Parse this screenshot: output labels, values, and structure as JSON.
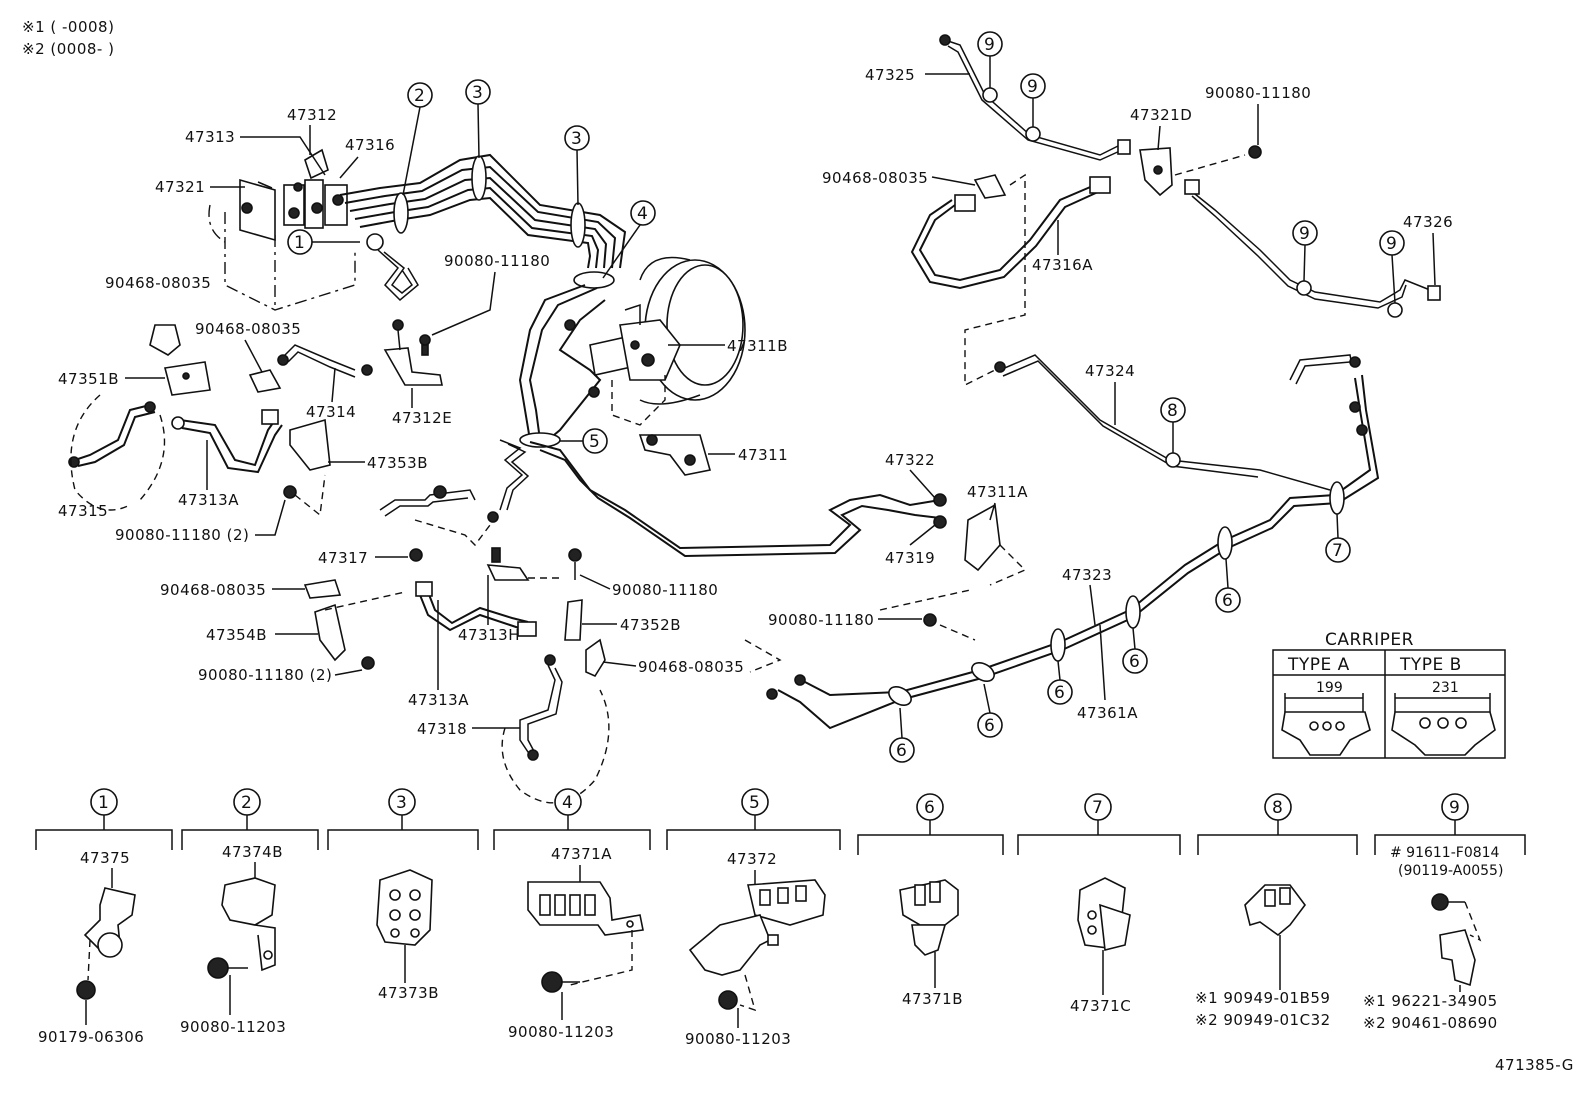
{
  "notes": {
    "n1": "※1 (     -0008)",
    "n2": "※2 (0008-     )"
  },
  "drawing_code": "471385-G",
  "caliper": {
    "title": "CARRIPER",
    "type_a": "TYPE A",
    "type_b": "TYPE B",
    "dim_a": "199",
    "dim_b": "231"
  },
  "callouts": {
    "c1": "1",
    "c2": "2",
    "c3": "3",
    "c4": "4",
    "c5": "5",
    "c6": "6",
    "c7": "7",
    "c8": "8",
    "c9": "9"
  },
  "labels": {
    "p47313": "47313",
    "p47312": "47312",
    "p47316": "47316",
    "p47321": "47321",
    "p90468_a": "90468-08035",
    "p90468_b": "90468-08035",
    "p90080_a": "90080-11180",
    "p47351B": "47351B",
    "p47314": "47314",
    "p47312E": "47312E",
    "p47353B": "47353B",
    "p47315": "47315",
    "p47313A_a": "47313A",
    "p90080_2a": "90080-11180 (2)",
    "p47317": "47317",
    "p90468_c": "90468-08035",
    "p47354B": "47354B",
    "p90080_2b": "90080-11180 (2)",
    "p47313A_b": "47313A",
    "p47313H": "47313H",
    "p47318": "47318",
    "p90080_b": "90080-11180",
    "p47352B": "47352B",
    "p90468_d": "90468-08035",
    "p47311B": "47311B",
    "p47311": "47311",
    "p47322": "47322",
    "p47319": "47319",
    "p47311A": "47311A",
    "p90080_c": "90080-11180",
    "p47323": "47323",
    "p47361A": "47361A",
    "p47325": "47325",
    "p90468_e": "90468-08035",
    "p47321D": "47321D",
    "p90080_d": "90080-11180",
    "p47316A": "47316A",
    "p47326": "47326",
    "p47324": "47324"
  },
  "bottom_parts": {
    "g1_part": "47375",
    "g1_bolt": "90179-06306",
    "g2_part": "47374B",
    "g2_bolt": "90080-11203",
    "g3_part": "47373B",
    "g4_part": "47371A",
    "g4_bolt": "90080-11203",
    "g5_part": "47372",
    "g5_bolt": "90080-11203",
    "g6_part": "47371B",
    "g7_part": "47371C",
    "g8_p1": "※1 90949-01B59",
    "g8_p2": "※2 90949-01C32",
    "g9_top1": "# 91611-F0814",
    "g9_top2": "(90119-A0055)",
    "g9_p1": "※1 96221-34905",
    "g9_p2": "※2 90461-08690"
  }
}
